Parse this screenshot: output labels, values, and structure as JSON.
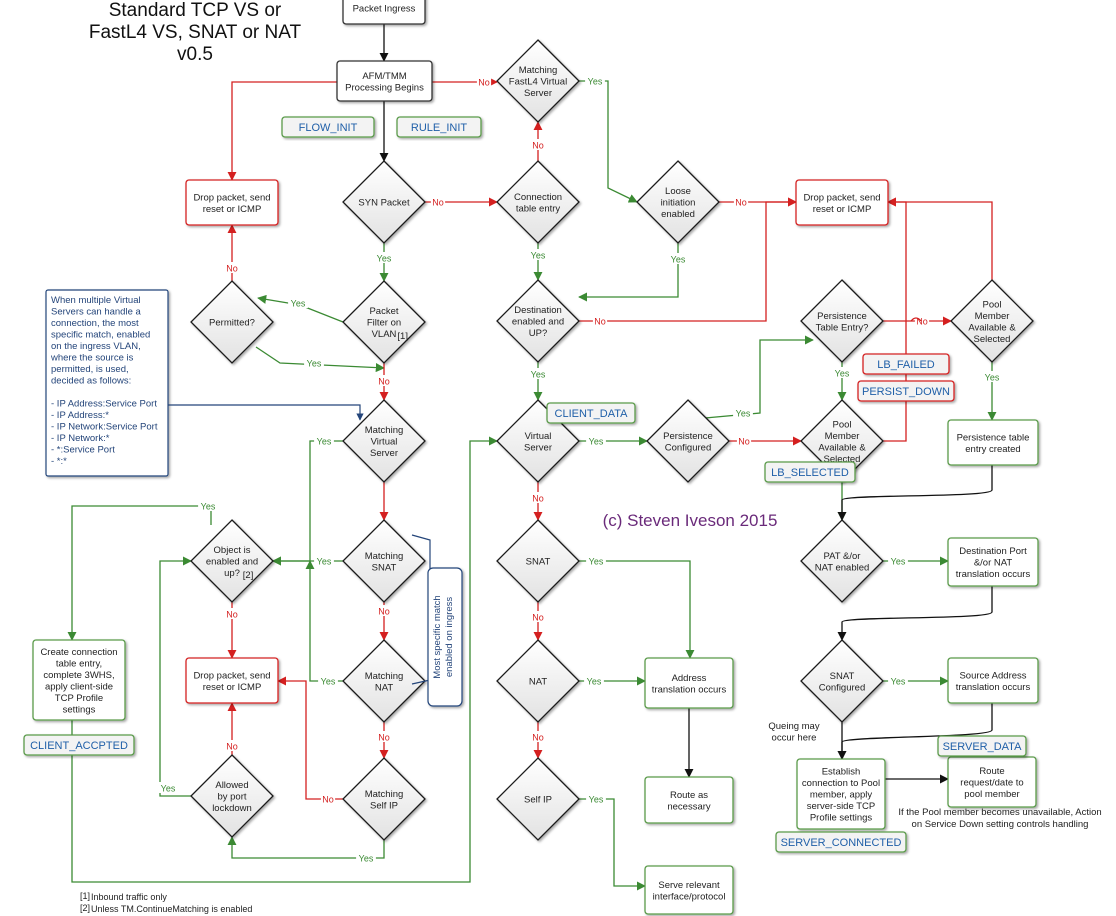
{
  "title": [
    "Standard TCP VS or",
    "FastL4 VS, SNAT or NAT",
    "v0.5"
  ],
  "copyright": "(c) Steven Iveson 2015",
  "nodes": {
    "ingress": [
      "Packet Ingress"
    ],
    "afm": [
      "AFM/TMM",
      "Processing Begins"
    ],
    "drop1": [
      "Drop packet, send",
      "reset or ICMP"
    ],
    "syn": [
      "SYN Packet"
    ],
    "permitted": [
      "Permitted?"
    ],
    "pfilter": [
      "Packet",
      "Filter on",
      "VLAN"
    ],
    "mvs": [
      "Matching",
      "Virtual",
      "Server"
    ],
    "msnat": [
      "Matching",
      "SNAT"
    ],
    "mnat": [
      "Matching",
      "NAT"
    ],
    "mself": [
      "Matching",
      "Self IP"
    ],
    "objen": [
      "Object is",
      "enabled and",
      "up?"
    ],
    "drop2": [
      "Drop packet, send",
      "reset or ICMP"
    ],
    "allowed": [
      "Allowed",
      "by port",
      "lockdown"
    ],
    "create": [
      "Create connection",
      "table entry,",
      "complete 3WHS,",
      "apply client-side",
      "TCP Profile",
      "settings"
    ],
    "fastl4": [
      "Matching",
      "FastL4 Virtual",
      "Server"
    ],
    "conntab": [
      "Connection",
      "table entry"
    ],
    "loose": [
      "Loose",
      "initiation",
      "enabled"
    ],
    "dest": [
      "Destination",
      "enabled and",
      "UP?"
    ],
    "vs": [
      "Virtual",
      "Server"
    ],
    "snat": [
      "SNAT"
    ],
    "nat": [
      "NAT"
    ],
    "selfip": [
      "Self IP"
    ],
    "addrtrans": [
      "Address",
      "translation occurs"
    ],
    "route": [
      "Route as",
      "necessary"
    ],
    "serve": [
      "Serve relevant",
      "interface/protocol"
    ],
    "persconf": [
      "Persistence",
      "Configured"
    ],
    "persentry": [
      "Persistence",
      "Table Entry?"
    ],
    "poolmem": [
      "Pool",
      "Member",
      "Available &",
      "Selected"
    ],
    "poolmem2": [
      "Pool",
      "Member",
      "Available &",
      "Selected"
    ],
    "drop3": [
      "Drop packet, send",
      "reset or ICMP"
    ],
    "perscreated": [
      "Persistence table",
      "entry created"
    ],
    "patnat": [
      "PAT &/or",
      "NAT enabled"
    ],
    "destport": [
      "Destination Port",
      "&/or NAT",
      "translation occurs"
    ],
    "snatconf": [
      "SNAT",
      "Configured"
    ],
    "srcaddr": [
      "Source Address",
      "translation occurs"
    ],
    "establish": [
      "Establish",
      "connection to Pool",
      "member, apply",
      "server-side TCP",
      "Profile settings"
    ],
    "routereq": [
      "Route",
      "request/date to",
      "pool member"
    ]
  },
  "footnote_marks": {
    "pfilter": "[1]",
    "objen": "[2]"
  },
  "tags": {
    "flow_init": "FLOW_INIT",
    "rule_init": "RULE_INIT",
    "client_data": "CLIENT_DATA",
    "client_accepted": "CLIENT_ACCPTED",
    "lb_failed": "LB_FAILED",
    "persist_down": "PERSIST_DOWN",
    "lb_selected": "LB_SELECTED",
    "server_data": "SERVER_DATA",
    "server_connected": "SERVER_CONNECTED"
  },
  "note": [
    "When multiple Virtual",
    "Servers can handle a",
    "connection, the most",
    "specific match, enabled",
    "on the ingress VLAN,",
    "where the source is",
    "permitted, is used,",
    "decided as follows:",
    "",
    "- IP Address:Service Port",
    "- IP Address:*",
    "- IP Network:Service Port",
    "- IP Network:*",
    "- *:Service Port",
    "- *:*"
  ],
  "side_note": [
    "Most specific match",
    "enabled on ingress"
  ],
  "queue_note": [
    "Queing may",
    "occur here"
  ],
  "pool_note": [
    "If the Pool member becomes unavailable, Action",
    "on Service Down setting controls handling"
  ],
  "footnotes": [
    {
      "mark": "[1]",
      "text": "Inbound traffic only"
    },
    {
      "mark": "[2]",
      "text": "Unless TM.ContinueMatching is enabled"
    }
  ],
  "labels": {
    "yes": "Yes",
    "no": "No"
  },
  "colors": {
    "yes": "#3b8a33",
    "no": "#d42020",
    "box_green": "#5a9a4a",
    "box_red": "#d42020",
    "tag_blue": "#1f5fa8",
    "note_blue": "#24457a",
    "copyright": "#6a2a7a"
  }
}
